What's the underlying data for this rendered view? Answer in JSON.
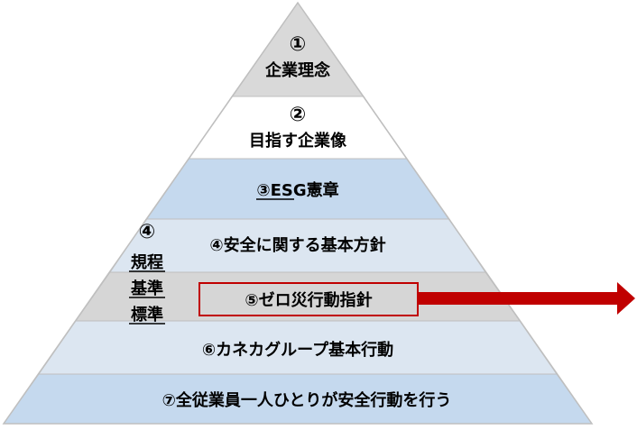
{
  "pyramid": {
    "layers": [
      {
        "number": "①",
        "label": "企業理念",
        "fill": "#d9d9d9"
      },
      {
        "number": "②",
        "label": "目指す企業像",
        "fill": "#ffffff"
      },
      {
        "number": "",
        "label": "③ESG憲章",
        "fill": "#c5d9ee"
      },
      {
        "number": "",
        "label": "④安全に関する基本方針",
        "fill": "#dce6f1"
      },
      {
        "number": "",
        "label": "⑤ゼロ災行動指針",
        "fill": "#d6d6d6"
      },
      {
        "number": "",
        "label": "⑥カネカグループ基本行動",
        "fill": "#dce6f1"
      },
      {
        "number": "",
        "label": "⑦全従業員一人ひとりが安全行動を行う",
        "fill": "#c5d9ee"
      }
    ],
    "side_label": {
      "number": "④",
      "lines": [
        "規程",
        "基準",
        "標準"
      ]
    },
    "outline_color": "#bfbfbf",
    "highlight_color": "#c00000",
    "arrow_color": "#c00000"
  }
}
